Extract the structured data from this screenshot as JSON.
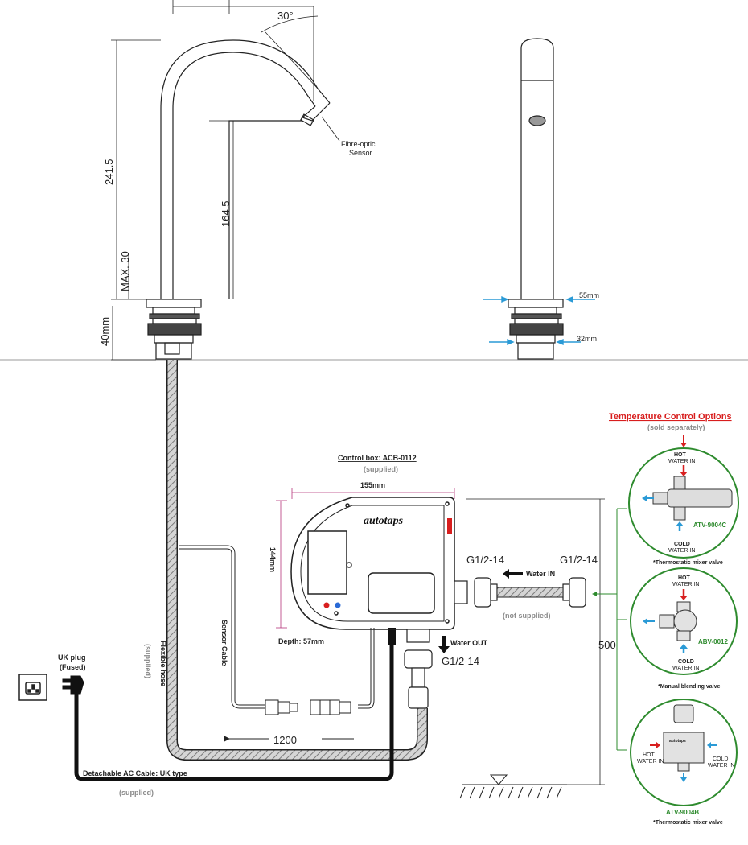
{
  "dimensions": {
    "angle": "30°",
    "height_total": "241.5",
    "height_outlet": "164.5",
    "max_thickness": "MAX. 30",
    "base_height": "40mm",
    "base_diameter": "55mm",
    "thread_diameter": "32mm",
    "hose_length": "1200",
    "vertical_500": "500"
  },
  "labels": {
    "sensor": "Fibre-optic\nSensor",
    "sensor_line1": "Fibre-optic",
    "sensor_line2": "Sensor",
    "control_box_title": "Control box: ACB-0112",
    "control_box_supplied": "(supplied)",
    "box_width": "155mm",
    "box_height": "144mm",
    "box_depth": "Depth: 57mm",
    "brand": "autotaps",
    "sensor_cable": "Sensor Cable",
    "flexible_hose": "Flexible hose",
    "flexible_hose_supplied": "(supplied)",
    "uk_plug_line1": "UK plug",
    "uk_plug_line2": "(Fused)",
    "ac_cable": "Detachable AC Cable: UK type",
    "ac_cable_supplied": "(supplied)",
    "thread_left": "G1/2-14",
    "thread_right": "G1/2-14",
    "thread_out": "G1/2-14",
    "water_in": "Water IN",
    "water_out": "Water OUT",
    "not_supplied": "(not supplied)"
  },
  "temperature_options": {
    "title": "Temperature Control Options",
    "subtitle": "(sold separately)",
    "options": [
      {
        "code": "ATV-9004C",
        "caption": "*Thermostatic mixer valve",
        "hot": "HOT\nWATER IN",
        "hot_l1": "HOT",
        "hot_l2": "WATER IN",
        "cold_l1": "COLD",
        "cold_l2": "WATER IN"
      },
      {
        "code": "ABV-0012",
        "caption": "*Manual blending valve",
        "hot_l1": "HOT",
        "hot_l2": "WATER IN",
        "cold_l1": "COLD",
        "cold_l2": "WATER IN"
      },
      {
        "code": "ATV-9004B",
        "caption": "*Thermostatic mixer valve",
        "hot_l1": "HOT",
        "hot_l2": "WATER IN",
        "cold_l1": "COLD",
        "cold_l2": "WATER IN",
        "brand": "autotaps"
      }
    ]
  },
  "colors": {
    "line": "#222222",
    "accent_red": "#d81e1e",
    "accent_green": "#2e8b2e",
    "dim_magenta": "#b5357a",
    "arrow_blue": "#2a9ad6",
    "hose_fill": "#bfbfbf",
    "grey_text": "#8a8a8a"
  }
}
